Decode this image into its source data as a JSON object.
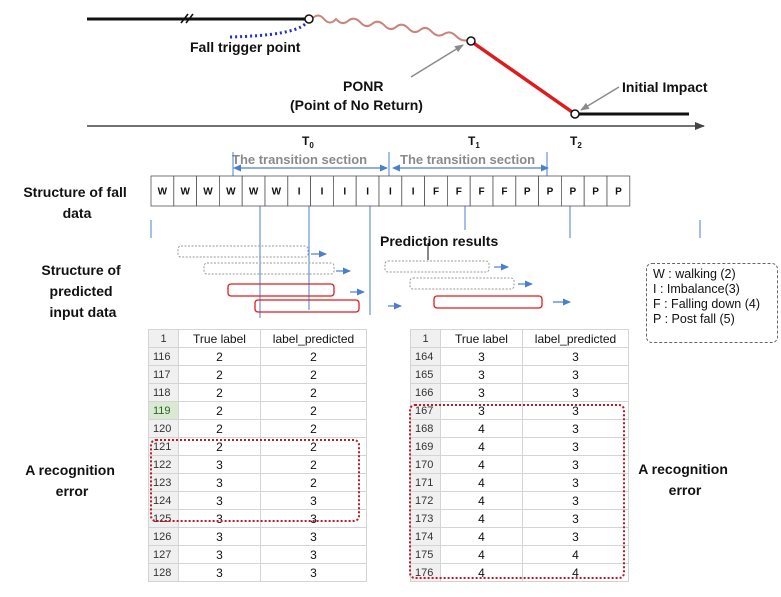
{
  "timeline": {
    "fall_trigger_label": "Fall trigger point",
    "ponr_label": "PONR",
    "ponr_full_label": "(Point of No Return)",
    "initial_impact_label": "Initial Impact",
    "t0_base": "T",
    "t0_sub": "0",
    "t1_base": "T",
    "t1_sub": "1",
    "t2_base": "T",
    "t2_sub": "2"
  },
  "transition": {
    "left_label": "The transition section",
    "right_label": "The transition section"
  },
  "structure_fall_label_line1": "Structure of fall",
  "structure_fall_label_line2": "data",
  "fall_sequence": [
    "W",
    "W",
    "W",
    "W",
    "W",
    "W",
    "I",
    "I",
    "I",
    "I",
    "I",
    "I",
    "F",
    "F",
    "F",
    "F",
    "P",
    "P",
    "P",
    "P",
    "P"
  ],
  "prediction_results_label": "Prediction results",
  "predicted_input_label_line1": "Structure of",
  "predicted_input_label_line2": "predicted",
  "predicted_input_label_line3": "input data",
  "legend": [
    "W : walking (2)",
    "I   : Imbalance(3)",
    "F : Falling down (4)",
    "P : Post fall (5)"
  ],
  "recognition_error_left_line1": "A recognition",
  "recognition_error_left_line2": "error",
  "recognition_error_right_line1": "A recognition",
  "recognition_error_right_line2": "error",
  "table_left": {
    "header_index": "1",
    "col_true": "True label",
    "col_pred": "label_predicted",
    "rows": [
      {
        "idx": "116",
        "true": "2",
        "pred": "2"
      },
      {
        "idx": "117",
        "true": "2",
        "pred": "2"
      },
      {
        "idx": "118",
        "true": "2",
        "pred": "2"
      },
      {
        "idx": "119",
        "true": "2",
        "pred": "2"
      },
      {
        "idx": "120",
        "true": "2",
        "pred": "2"
      },
      {
        "idx": "121",
        "true": "2",
        "pred": "2"
      },
      {
        "idx": "122",
        "true": "3",
        "pred": "2"
      },
      {
        "idx": "123",
        "true": "3",
        "pred": "2"
      },
      {
        "idx": "124",
        "true": "3",
        "pred": "3"
      },
      {
        "idx": "125",
        "true": "3",
        "pred": "3"
      },
      {
        "idx": "126",
        "true": "3",
        "pred": "3"
      },
      {
        "idx": "127",
        "true": "3",
        "pred": "3"
      },
      {
        "idx": "128",
        "true": "3",
        "pred": "3"
      }
    ]
  },
  "table_right": {
    "header_index": "1",
    "col_true": "True label",
    "col_pred": "label_predicted",
    "rows": [
      {
        "idx": "164",
        "true": "3",
        "pred": "3"
      },
      {
        "idx": "165",
        "true": "3",
        "pred": "3"
      },
      {
        "idx": "166",
        "true": "3",
        "pred": "3"
      },
      {
        "idx": "167",
        "true": "3",
        "pred": "3"
      },
      {
        "idx": "168",
        "true": "4",
        "pred": "3"
      },
      {
        "idx": "169",
        "true": "4",
        "pred": "3"
      },
      {
        "idx": "170",
        "true": "4",
        "pred": "3"
      },
      {
        "idx": "171",
        "true": "4",
        "pred": "3"
      },
      {
        "idx": "172",
        "true": "4",
        "pred": "3"
      },
      {
        "idx": "173",
        "true": "4",
        "pred": "3"
      },
      {
        "idx": "174",
        "true": "4",
        "pred": "3"
      },
      {
        "idx": "175",
        "true": "4",
        "pred": "4"
      },
      {
        "idx": "176",
        "true": "4",
        "pred": "4"
      }
    ]
  },
  "colors": {
    "impact_line": "#e01b1b",
    "trigger_curve": "#1f2fd0",
    "wavy_line": "#c9857a",
    "arrow_blue": "#4a7fd0",
    "error_box": "#c0182a",
    "transition_text": "#8a8a8a"
  }
}
